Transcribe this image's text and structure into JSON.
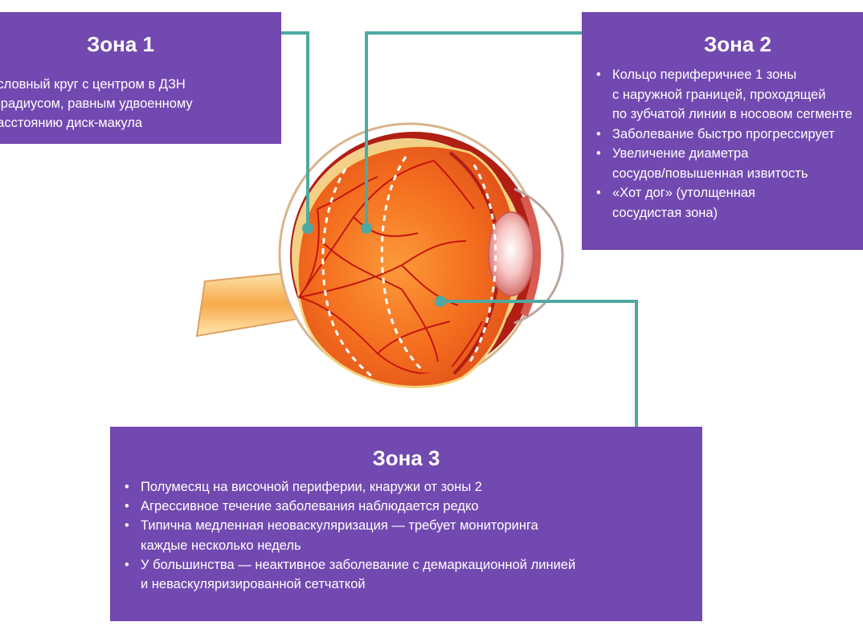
{
  "zone1": {
    "title": "Зона 1",
    "lines": [
      "Условный круг с центром в ДЗН",
      "и радиусом, равным удвоенному",
      "расстоянию диск-макула"
    ]
  },
  "zone2": {
    "title": "Зона 2",
    "items": [
      {
        "text": "Кольцо периферичнее 1 зоны",
        "bullet": true
      },
      {
        "text": "с наружной границей, проходящей",
        "bullet": false
      },
      {
        "text": "по зубчатой линии в носовом сегменте",
        "bullet": false
      },
      {
        "text": "Заболевание быстро прогрессирует",
        "bullet": true
      },
      {
        "text": "Увеличение диаметра",
        "bullet": true
      },
      {
        "text": "сосудов/повышенная извитость",
        "bullet": false
      },
      {
        "text": "«Хот дог» (утолщенная",
        "bullet": true
      },
      {
        "text": "сосудистая зона)",
        "bullet": false
      }
    ]
  },
  "zone3": {
    "title": "Зона 3",
    "items": [
      {
        "text": "Полумесяц на височной периферии, кнаружи от зоны 2",
        "bullet": true
      },
      {
        "text": "Агрессивное течение заболевания наблюдается редко",
        "bullet": true
      },
      {
        "text": "Типична медленная неоваскуляризация — требует мониторинга",
        "bullet": true
      },
      {
        "text": "каждые несколько недель",
        "bullet": false
      },
      {
        "text": "У большинства — неактивное заболевание с демаркационной линией",
        "bullet": true
      },
      {
        "text": "и неваскуляризированной сетчаткой",
        "bullet": false
      }
    ]
  },
  "colors": {
    "box": "#7249b0",
    "connector": "#4ea9a0",
    "retina": "#f36a1e",
    "sclera": "#b01e14",
    "vessels": "#c4160f"
  },
  "icons": [
    "eye-cross-section-illustration"
  ]
}
